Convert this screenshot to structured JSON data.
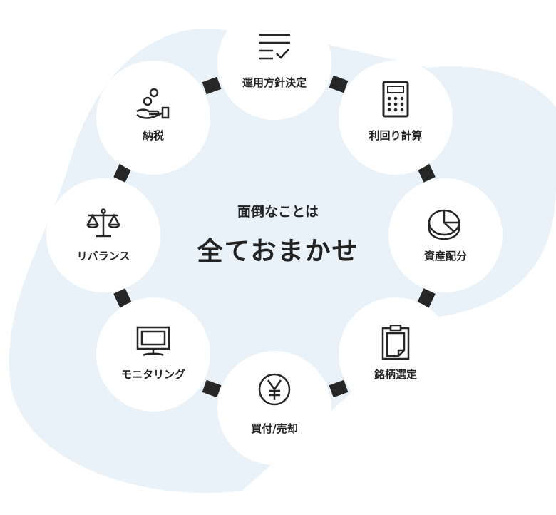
{
  "center": {
    "subtitle": "面倒なことは",
    "title": "全ておまかせ"
  },
  "steps": [
    {
      "label": "運用方針決定",
      "icon": "checklist-icon"
    },
    {
      "label": "利回り計算",
      "icon": "calculator-icon"
    },
    {
      "label": "資産配分",
      "icon": "pie-chart-icon"
    },
    {
      "label": "銘柄選定",
      "icon": "clipboard-icon"
    },
    {
      "label": "買付/売却",
      "icon": "yen-icon"
    },
    {
      "label": "モニタリング",
      "icon": "monitor-icon"
    },
    {
      "label": "リバランス",
      "icon": "scale-icon"
    },
    {
      "label": "納税",
      "icon": "coins-hand-icon"
    }
  ],
  "colors": {
    "background_blob": "#e9f2f8",
    "connector": "#262626",
    "text": "#222222"
  }
}
